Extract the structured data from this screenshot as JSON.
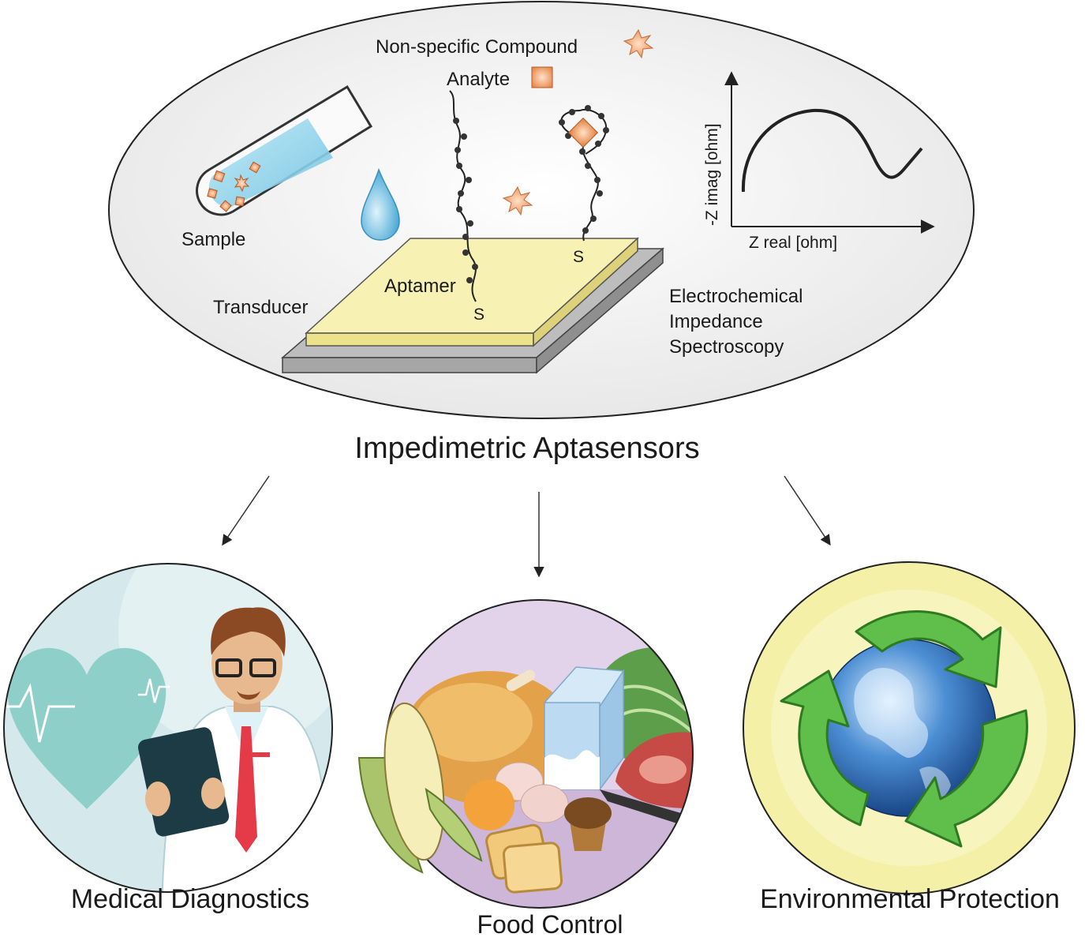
{
  "top": {
    "legend": {
      "nonspecific": "Non-specific Compound",
      "analyte": "Analyte"
    },
    "sample_label": "Sample",
    "aptamer_label": "Aptamer",
    "transducer_label": "Transducer",
    "sulfur_label": "S",
    "eis_label": [
      "Electrochemical",
      "Impedance",
      "Spectroscopy"
    ],
    "chart": {
      "xlabel": "Z real [ohm]",
      "ylabel": "-Z imag [ohm]"
    }
  },
  "title": "Impedimetric Aptasensors",
  "applications": [
    {
      "label": "Medical Diagnostics",
      "icon": "doctor-icon",
      "bg": "#d5e9ec"
    },
    {
      "label": "Food Control",
      "icon": "food-icon",
      "bg": "#e2d3ea"
    },
    {
      "label": "Environmental Protection",
      "icon": "recycle-globe-icon",
      "bg": "#f4f0a8"
    }
  ],
  "colors": {
    "ellipse": "#eeeeee",
    "transducer_top": "#f7f2b4",
    "base": "#c9c9c9",
    "particle": "#f0a878",
    "droplet": "#6bbfe0"
  }
}
